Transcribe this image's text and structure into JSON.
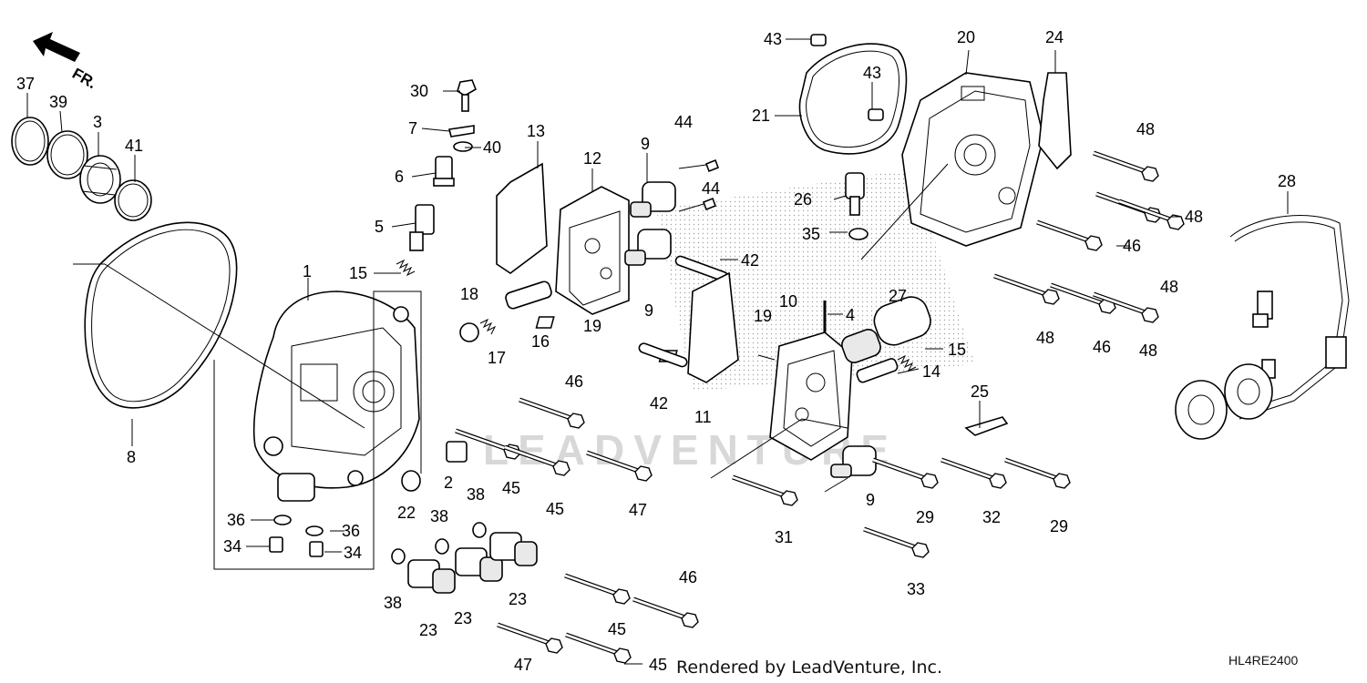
{
  "diagram": {
    "front_marker": "FR.",
    "watermark": "LEADVENTURE",
    "credit": "Rendered by LeadVenture, Inc.",
    "diagram_code": "HL4RE2400",
    "callouts": {
      "c1": "1",
      "c2": "2",
      "c3": "3",
      "c4": "4",
      "c5": "5",
      "c6": "6",
      "c7": "7",
      "c8": "8",
      "c9a": "9",
      "c9b": "9",
      "c9c": "9",
      "c10": "10",
      "c11": "11",
      "c12": "12",
      "c13": "13",
      "c14": "14",
      "c15a": "15",
      "c15b": "15",
      "c16": "16",
      "c17": "17",
      "c18": "18",
      "c19a": "19",
      "c19b": "19",
      "c20": "20",
      "c21": "21",
      "c22": "22",
      "c23a": "23",
      "c23b": "23",
      "c23c": "23",
      "c24": "24",
      "c25": "25",
      "c26": "26",
      "c27": "27",
      "c28": "28",
      "c29a": "29",
      "c29b": "29",
      "c30": "30",
      "c31": "31",
      "c32": "32",
      "c33": "33",
      "c34a": "34",
      "c34b": "34",
      "c35": "35",
      "c36a": "36",
      "c36b": "36",
      "c37": "37",
      "c38a": "38",
      "c38b": "38",
      "c38c": "38",
      "c39": "39",
      "c40": "40",
      "c41": "41",
      "c42a": "42",
      "c42b": "42",
      "c43a": "43",
      "c43b": "43",
      "c44a": "44",
      "c44b": "44",
      "c45a": "45",
      "c45b": "45",
      "c45c": "45",
      "c45d": "45",
      "c46a": "46",
      "c46b": "46",
      "c46c": "46",
      "c46d": "46",
      "c47a": "47",
      "c47b": "47",
      "c48a": "48",
      "c48b": "48",
      "c48c": "48",
      "c48d": "48",
      "c48e": "48"
    }
  }
}
